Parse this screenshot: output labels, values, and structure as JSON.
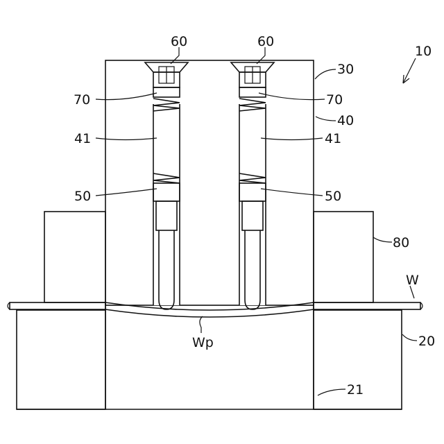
{
  "labels": {
    "assembly": "10",
    "holder": "30",
    "block": "40",
    "bore_left": "41",
    "bore_right": "41",
    "screw_left": "60",
    "screw_right": "60",
    "spring_left": "70",
    "spring_right": "70",
    "pin_left": "50",
    "pin_right": "50",
    "clamp": "80",
    "sheet": "W",
    "die": "20",
    "die_hole": "21",
    "bulge": "Wp"
  },
  "colors": {
    "ink": "#111111",
    "paper": "#ffffff"
  }
}
